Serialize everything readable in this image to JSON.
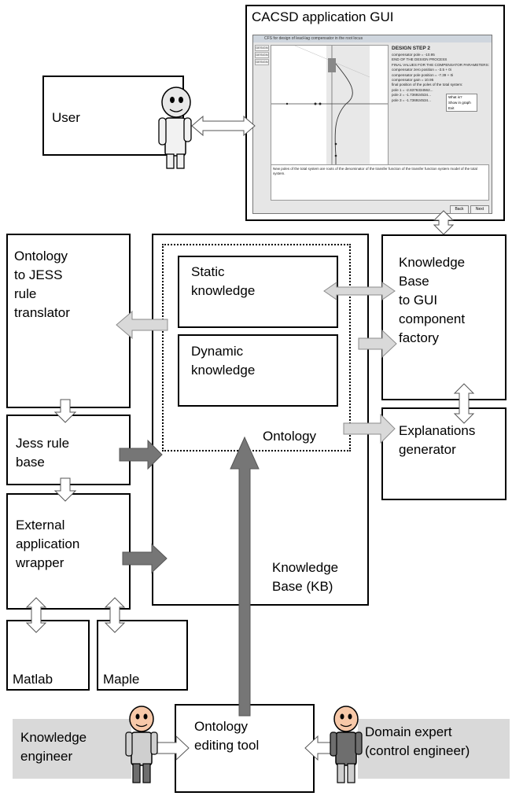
{
  "gui_box": {
    "title": "CACSD application GUI"
  },
  "gui_screenshot": {
    "window_title": "CFS for design of lead-lag compensator in the root locus",
    "tabs": [
      "DESIGN",
      "DESIGN",
      "DESIGN"
    ],
    "design_step": "DESIGN STEP 2",
    "lines": [
      "compensator pole = -10.95",
      "END OF THE DESIGN PROCESS",
      "FINAL VALUES FOR THE COMPENSATOR PARAMETERS:",
      "compensator zero position = -3.5 + 0i",
      "compensator pole position = -7.39 + 0i",
      "compensator gain = 10.95",
      "final position of the poles of the total system:",
      "pole 1 = -2.8376334562...",
      "pole 2 = -1.736924534...",
      "pole 3 = -1.736924534..."
    ],
    "menu": [
      "What is?",
      "Show in graph",
      "Exit"
    ],
    "explanation": "New poles of the total system are roots of the denominator of the transfer function of the transfer function system model of the total system.",
    "buttons": [
      "Back",
      "Next"
    ]
  },
  "user": {
    "label": "User"
  },
  "kb": {
    "static": "Static\nknowledge",
    "dynamic": "Dynamic\nknowledge",
    "ontology": "Ontology",
    "label": "Knowledge\nBase (KB)"
  },
  "translator": {
    "label": "Ontology\nto JESS\nrule\ntranslator"
  },
  "jess": {
    "label": "Jess rule\nbase"
  },
  "wrapper": {
    "label": "External\napplication\nwrapper"
  },
  "matlab": {
    "label": "Matlab"
  },
  "maple": {
    "label": "Maple"
  },
  "gui_factory": {
    "label": "Knowledge\nBase\nto GUI\ncomponent\nfactory"
  },
  "explanations": {
    "label": "Explanations\ngenerator"
  },
  "editing_tool": {
    "label": "Ontology\nediting tool"
  },
  "knowledge_engineer": {
    "label": "Knowledge\nengineer"
  },
  "domain_expert": {
    "label": "Domain expert\n(control engineer)"
  },
  "colors": {
    "arrow_light": "#d9d9d9",
    "arrow_dark": "#767676",
    "role_box": "#d9d9d9",
    "robot_head": "#f7c8a8"
  }
}
